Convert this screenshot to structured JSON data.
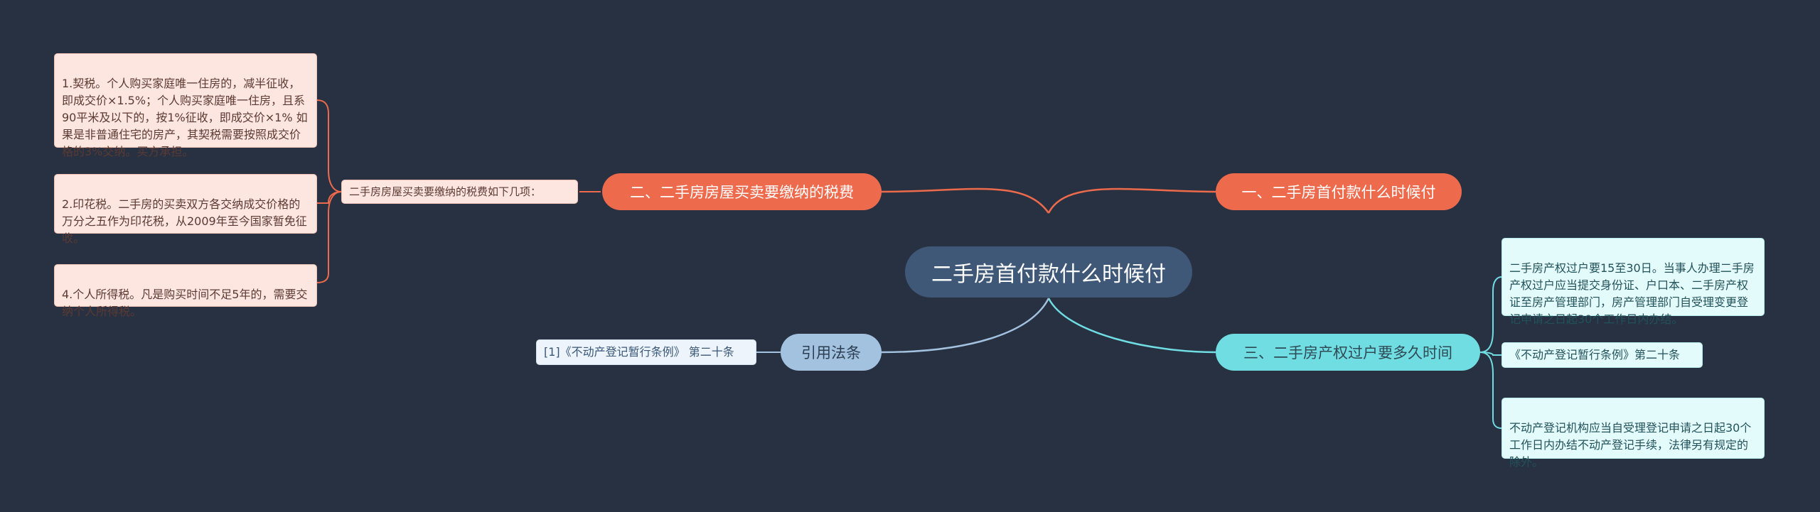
{
  "mindmap": {
    "root": "二手房首付款什么时候付",
    "branch_taxes": {
      "label": "二、二手房房屋买卖要缴纳的税费",
      "summary": "二手房房屋买卖要缴纳的税费如下几项：",
      "items": [
        "1.契税。个人购买家庭唯一住房的，减半征收，即成交价×1.5%；个人购买家庭唯一住房，且系90平米及以下的，按1%征收，即成交价×1% 如果是非普通住宅的房产，其契税需要按照成交价格的3%交纳。买方承担。",
        "2.印花税。二手房的买卖双方各交纳成交价格的万分之五作为印花税，从2009年至今国家暂免征收。",
        "4.个人所得税。凡是购买时间不足5年的，需要交纳个人所得税。"
      ]
    },
    "branch_down_payment": {
      "label": "一、二手房首付款什么时候付"
    },
    "branch_transfer": {
      "label": "三、二手房产权过户要多久时间",
      "items": [
        "二手房产权过户要15至30日。当事人办理二手房产权过户应当提交身份证、户口本、二手房产权证至房产管理部门，房产管理部门自受理变更登记申请之日起30个工作日内办结。",
        "《不动产登记暂行条例》第二十条",
        "不动产登记机构应当自受理登记申请之日起30个工作日内办结不动产登记手续，法律另有规定的除外。"
      ]
    },
    "branch_citation": {
      "label": "引用法条",
      "items": [
        "[1]《不动产登记暂行条例》 第二十条"
      ]
    }
  },
  "colors": {
    "background": "#283142",
    "root": "#3f5877",
    "orange": "#ee6a4c",
    "cyan": "#70dde3",
    "blue": "#a3c2df"
  }
}
